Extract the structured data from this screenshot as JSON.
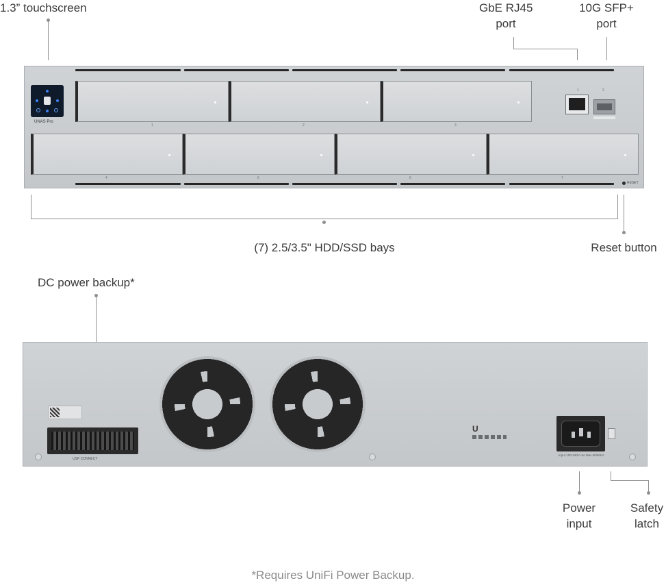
{
  "callouts": {
    "touchscreen": "1.3” touchscreen",
    "rj45_line1": "GbE RJ45",
    "rj45_line2": "port",
    "sfp_line1": "10G SFP+",
    "sfp_line2": "port",
    "bays": "(7) 2.5/3.5\" HDD/SSD bays",
    "reset": "Reset button",
    "dc_backup": "DC power backup*",
    "power_line1": "Power",
    "power_line2": "input",
    "latch_line1": "Safety",
    "latch_line2": "latch"
  },
  "front_panel": {
    "brand_label": "UNAS Pro",
    "bay_numbers": [
      "1",
      "2",
      "3",
      "4",
      "5",
      "6",
      "7"
    ],
    "port_numbers": [
      "1",
      "2"
    ],
    "reset_label": "RESET"
  },
  "rear_panel": {
    "usp_connect_label": "USP CONNECT",
    "power_rating": "Input 100-240V~3A Max 50/60Hz"
  },
  "footnote": "*Requires UniFi Power Backup.",
  "icons": {
    "touchscreen": "touchscreen-display-icon",
    "rj45": "rj45-port-icon",
    "sfp": "sfp-port-icon",
    "fan": "fan-grille-icon",
    "power": "iec-power-socket-icon",
    "latch": "safety-latch-icon",
    "logo": "ubiquiti-logo-icon"
  },
  "colors": {
    "chassis": "#c9ccd0",
    "bay_face": "#d8dadd",
    "dark": "#262626",
    "text": "#3a3a3a",
    "leader": "#8f8f8f"
  }
}
